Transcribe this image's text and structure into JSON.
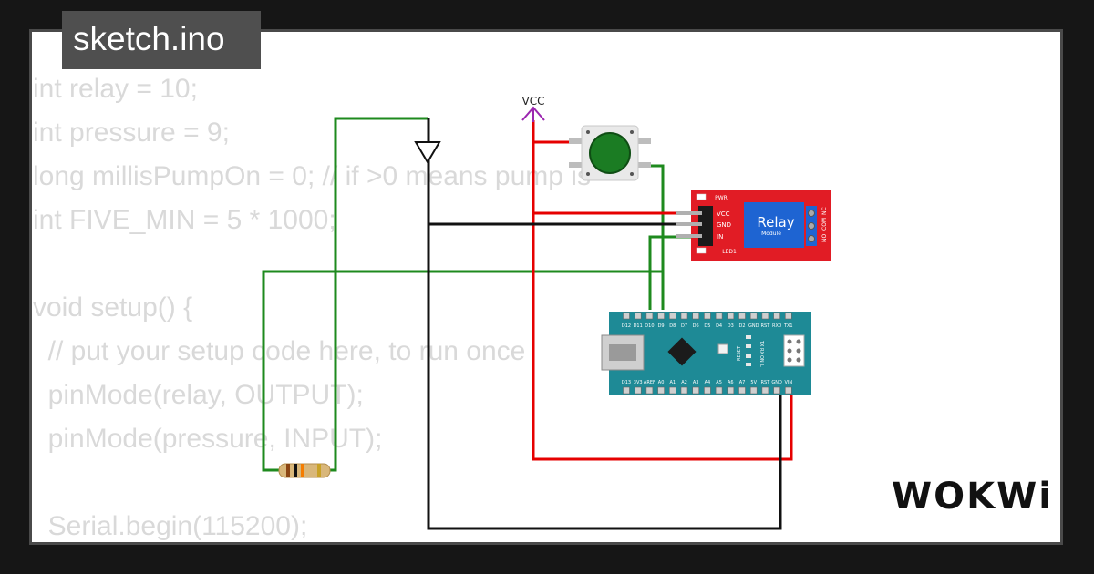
{
  "sketch": {
    "filename": "sketch.ino"
  },
  "code_lines": [
    "int relay = 10;",
    "int pressure = 9;",
    "long millisPumpOn = 0; // if >0 means pump is",
    "int FIVE_MIN = 5 * 1000;",
    "",
    "void setup() {",
    "  // put your setup code here, to run once",
    "  pinMode(relay, OUTPUT);",
    "  pinMode(pressure, INPUT);",
    "",
    "  Serial.begin(115200);"
  ],
  "vcc": {
    "label": "VCC"
  },
  "relay_module": {
    "title": "Relay",
    "subtitle": "Module",
    "pins": [
      "VCC",
      "GND",
      "IN"
    ],
    "leds": [
      "PWR",
      "LED1"
    ],
    "terminals": [
      "NO",
      "COM",
      "NC"
    ]
  },
  "arduino_nano": {
    "top_pins": [
      "D12",
      "D11",
      "D10",
      "D9",
      "D8",
      "D7",
      "D6",
      "D5",
      "D4",
      "D3",
      "D2",
      "GND",
      "RST",
      "RX0",
      "TX1"
    ],
    "bottom_pins": [
      "D13",
      "3V3",
      "AREF",
      "A0",
      "A1",
      "A2",
      "A3",
      "A4",
      "A5",
      "A6",
      "A7",
      "5V",
      "RST",
      "GND",
      "VIN"
    ],
    "labels": [
      "RESET",
      "TX",
      "RX",
      "ON",
      "L"
    ]
  },
  "logo": {
    "text": "WOKWi"
  },
  "colors": {
    "wire_green": "#1e8a1e",
    "wire_red": "#e60000",
    "wire_black": "#111111",
    "relay_board": "#e11c25",
    "nano_board": "#1e8a96",
    "vcc_symbol": "#9c27b0",
    "button_cap": "#1b7c23"
  }
}
